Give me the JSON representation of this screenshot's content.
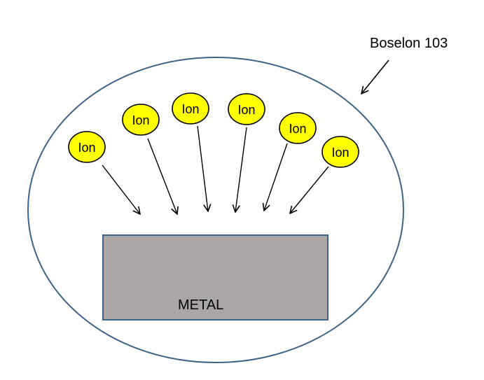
{
  "diagram": {
    "callout_label": "Boselon 103",
    "metal_label": "METAL",
    "ions": [
      {
        "label": "Ion"
      },
      {
        "label": "Ion"
      },
      {
        "label": "Ion"
      },
      {
        "label": "Ion"
      },
      {
        "label": "Ion"
      },
      {
        "label": "Ion"
      }
    ],
    "colors": {
      "enclosure_stroke": "#3d6489",
      "ion_fill": "#ffff00",
      "ion_stroke": "#000000",
      "metal_fill": "#aba6a6",
      "metal_stroke": "#3d6489",
      "arrow": "#000000"
    }
  }
}
